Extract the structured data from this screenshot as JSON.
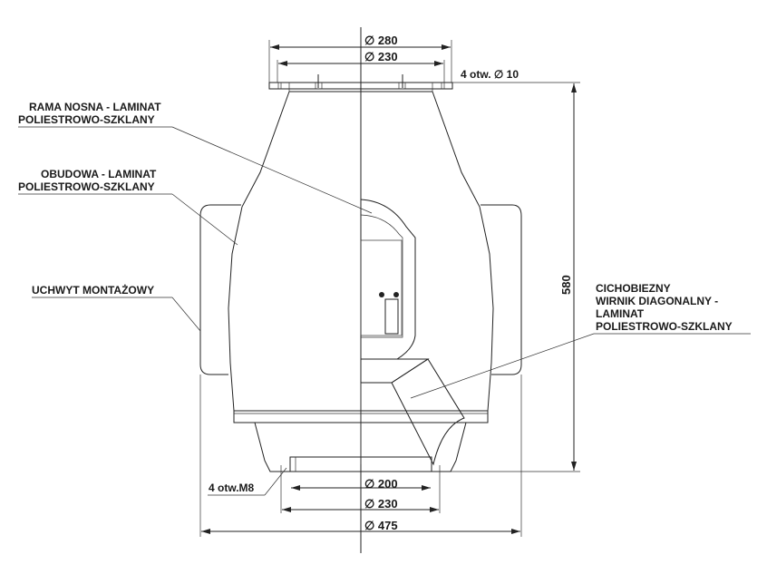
{
  "labels": {
    "frame_1": "RAMA NOSNA - LAMINAT",
    "frame_2": "POLIESTROWO-SZKLANY",
    "housing_1": "OBUDOWA - LAMINAT",
    "housing_2": "POLIESTROWO-SZKLANY",
    "bracket": "UCHWYT MONTAŻOWY",
    "impeller_1": "CICHOBIEZNY",
    "impeller_2": "WIRNIK DIAGONALNY -",
    "impeller_3": "LAMINAT",
    "impeller_4": "POLIESTROWO-SZKLANY",
    "holes_top": "4 otw. ∅ 10",
    "holes_bottom": "4 otw.M8"
  },
  "dimensions": {
    "top_outer": "∅ 280",
    "top_inner": "∅ 230",
    "height": "580",
    "bottom_inner": "∅ 200",
    "bottom_mid": "∅ 230",
    "overall": "∅ 475"
  }
}
